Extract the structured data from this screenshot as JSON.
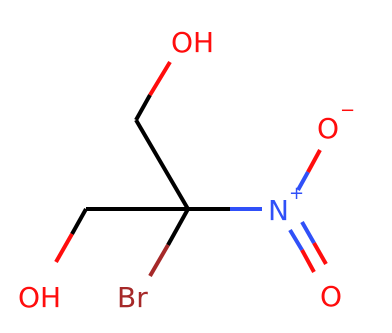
{
  "molecule": {
    "atoms": {
      "oh_top": "OH",
      "oh_left": "OH",
      "br": "Br",
      "n": "N",
      "n_charge": "+",
      "o_minus": "O",
      "o_minus_charge": "−",
      "o_double": "O"
    },
    "colors": {
      "oxygen": "#ff0d0d",
      "nitrogen": "#3050f8",
      "bromine": "#a62929",
      "bond": "#000000"
    }
  }
}
